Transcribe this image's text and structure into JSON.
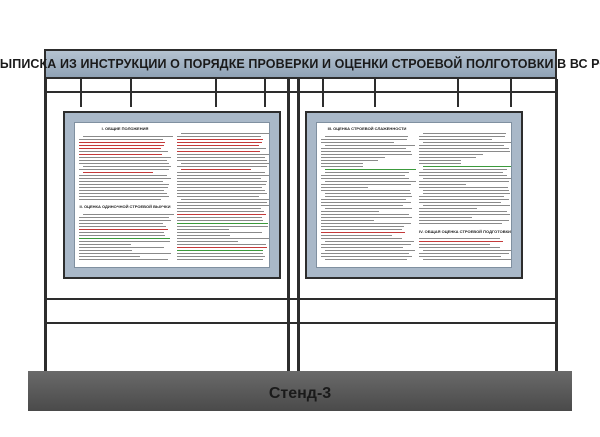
{
  "stand": {
    "title": "ВЫПИСКА ИЗ ИНСТРУКЦИИ О ПОРЯДКЕ ПРОВЕРКИ И ОЦЕНКИ СТРОЕВОЙ ПОЛГОТОВКИ В ВС РФ",
    "label": "Стенд-3"
  },
  "panels": [
    {
      "headings": [
        "I. ОБЩИЕ ПОЛОЖЕНИЯ",
        "II. ОЦЕНКА ОДИНОЧНОЙ СТРОЕВОЙ ВЫУЧКИ"
      ]
    },
    {
      "headings": [
        "III. ОЦЕНКА СТРОЕВОЙ СЛАЖЕННОСТИ",
        "IV. ОБЩАЯ ОЦЕНКА СТРОЕВОЙ ПОДГОТОВКИ"
      ]
    }
  ],
  "colors": {
    "frame": "#2d2d2d",
    "plate": "#a9b8c8",
    "ground": "#555555"
  }
}
